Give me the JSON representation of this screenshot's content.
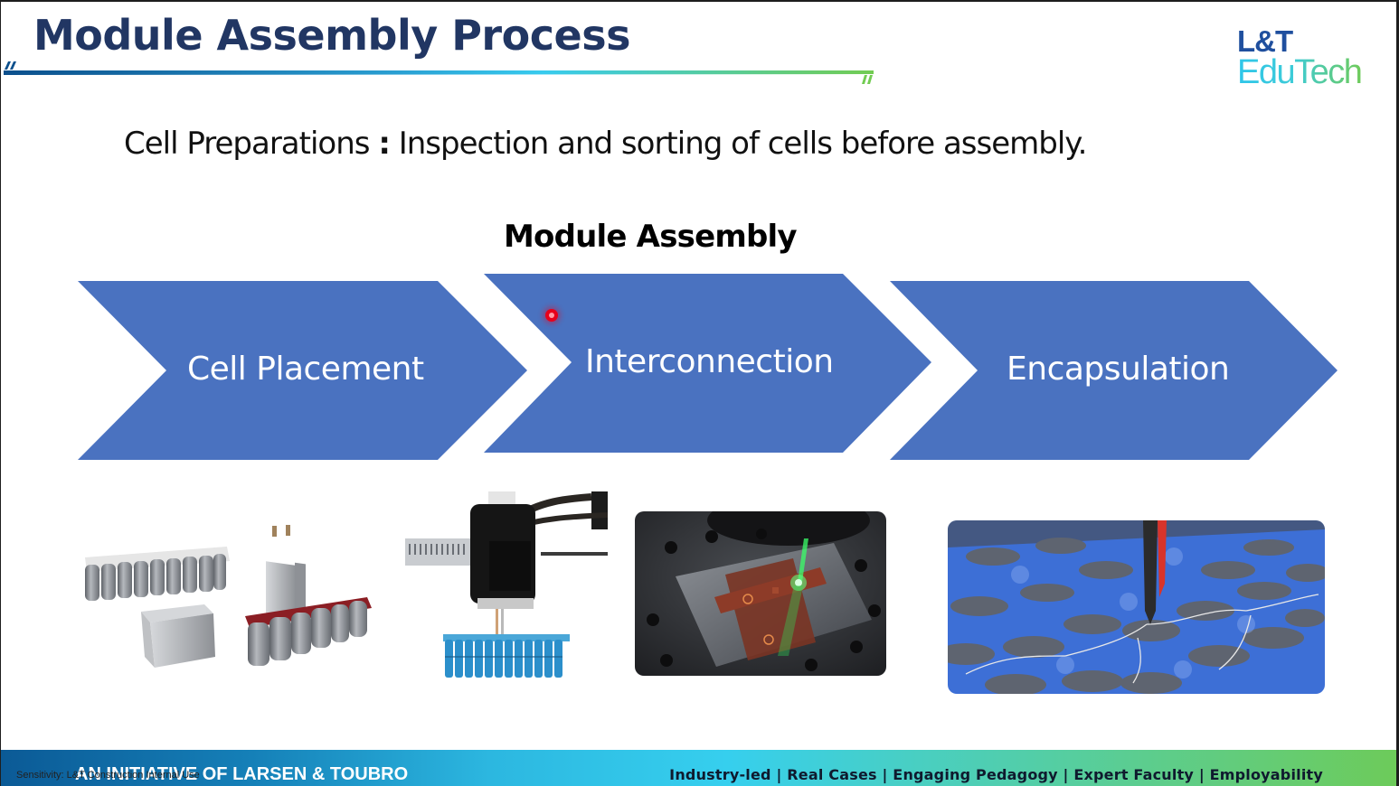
{
  "slide": {
    "title": "Module Assembly Process",
    "logo": {
      "line1": "L&T",
      "line2": "EduTech"
    },
    "subtitle": {
      "term": "Cell Preparations",
      "separator": ":",
      "description": "Inspection and sorting of cells before assembly."
    },
    "section_heading": "Module Assembly",
    "steps": [
      {
        "label": "Cell Placement"
      },
      {
        "label": "Interconnection"
      },
      {
        "label": "Encapsulation"
      }
    ],
    "images": [
      {
        "name": "battery-cell-types-photo",
        "description": "Cylindrical, prismatic and pouch battery cell groups"
      },
      {
        "name": "robotic-cell-placement-photo",
        "description": "Robotic gripper placing blue cylindrical cells"
      },
      {
        "name": "laser-welding-photo",
        "description": "Green laser welding copper busbars on a fixture"
      },
      {
        "name": "wire-bonding-photo",
        "description": "Wire bonding cells in blue holder"
      }
    ],
    "colors": {
      "title": "#213663",
      "chevron": "#4a72c0",
      "logo_primary": "#1f4f9e",
      "pointer": "#e8001b"
    }
  },
  "footer": {
    "initiative": "AN INITIATIVE OF LARSEN & TOUBRO",
    "sensitivity": "Sensitivity: L&T Construction Internal Use",
    "tagline": "Industry-led | Real Cases | Engaging Pedagogy | Expert Faculty | Employability"
  }
}
